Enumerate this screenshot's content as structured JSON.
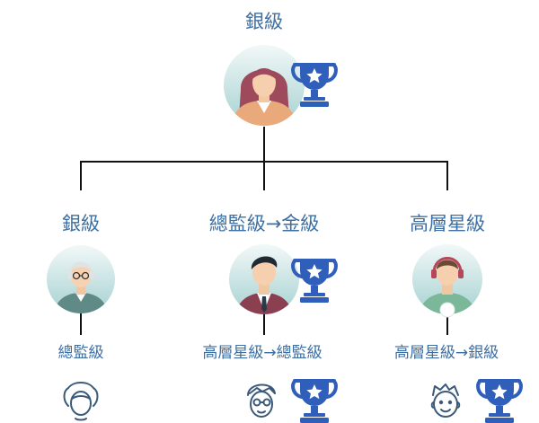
{
  "root": {
    "label": "銀級",
    "avatar": "woman-avatar-icon",
    "trophy": true
  },
  "children": [
    {
      "label": "銀級",
      "avatar": "elderly-man-avatar-icon",
      "trophy": false,
      "sub_label": "總監級",
      "sub_icon": "elderly-woman-line-icon",
      "sub_trophy": false
    },
    {
      "label": "總監級→金級",
      "avatar": "businessman-avatar-icon",
      "trophy": true,
      "sub_label": "高層星級→總監級",
      "sub_icon": "glasses-man-line-icon",
      "sub_trophy": true
    },
    {
      "label": "高層星級",
      "avatar": "headset-operator-avatar-icon",
      "trophy": false,
      "sub_label": "高層星級→銀級",
      "sub_icon": "young-man-line-icon",
      "sub_trophy": true
    }
  ],
  "colors": {
    "label_text": "#3d6fa3",
    "trophy_blue": "#2f5fba",
    "avatar_bg_top": "#eef5f5",
    "avatar_bg_bottom": "#a9d3d3",
    "line_icon": "#3b5a7a",
    "connector": "#111111"
  }
}
